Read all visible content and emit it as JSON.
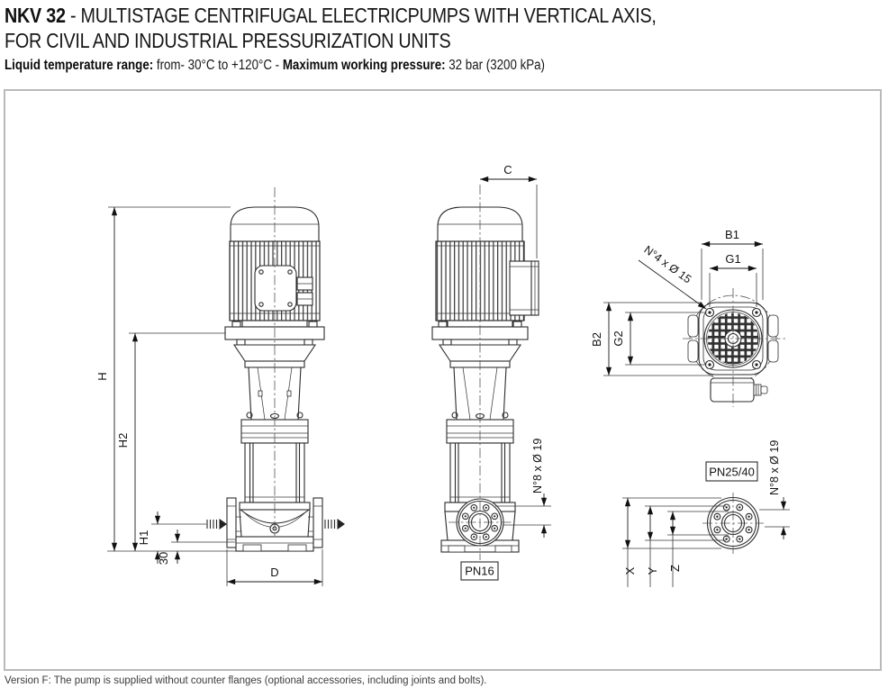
{
  "header": {
    "model": "NKV 32",
    "title_rest": " - MULTISTAGE CENTRIFUGAL ELECTRICPUMPS WITH VERTICAL AXIS,",
    "title_line2": "FOR CIVIL AND INDUSTRIAL PRESSURIZATION UNITS",
    "temp_label": "Liquid temperature range:",
    "temp_value": " from- 30°C to +120°C - ",
    "pressure_label": "Maximum working pressure:",
    "pressure_value": " 32 bar (3200 kPa)"
  },
  "diagram": {
    "dims": {
      "h": "H",
      "h2": "H2",
      "h1": "H1",
      "base_offset": "30",
      "d": "D",
      "c": "C",
      "b1": "B1",
      "g1": "G1",
      "b2": "B2",
      "g2": "G2",
      "x": "X",
      "y": "Y",
      "z": "Z"
    },
    "flange_labels": {
      "pn16": "PN16",
      "pn25_40": "PN25/40",
      "pn16_bolts": "N°8 x Ø 19",
      "pn25_40_bolts": "N°8 x Ø 19",
      "motor_bolts": "N°4 x Ø 15"
    }
  },
  "footer": {
    "note": "Version F: The pump is supplied without counter flanges (optional accessories, including joints and bolts)."
  }
}
